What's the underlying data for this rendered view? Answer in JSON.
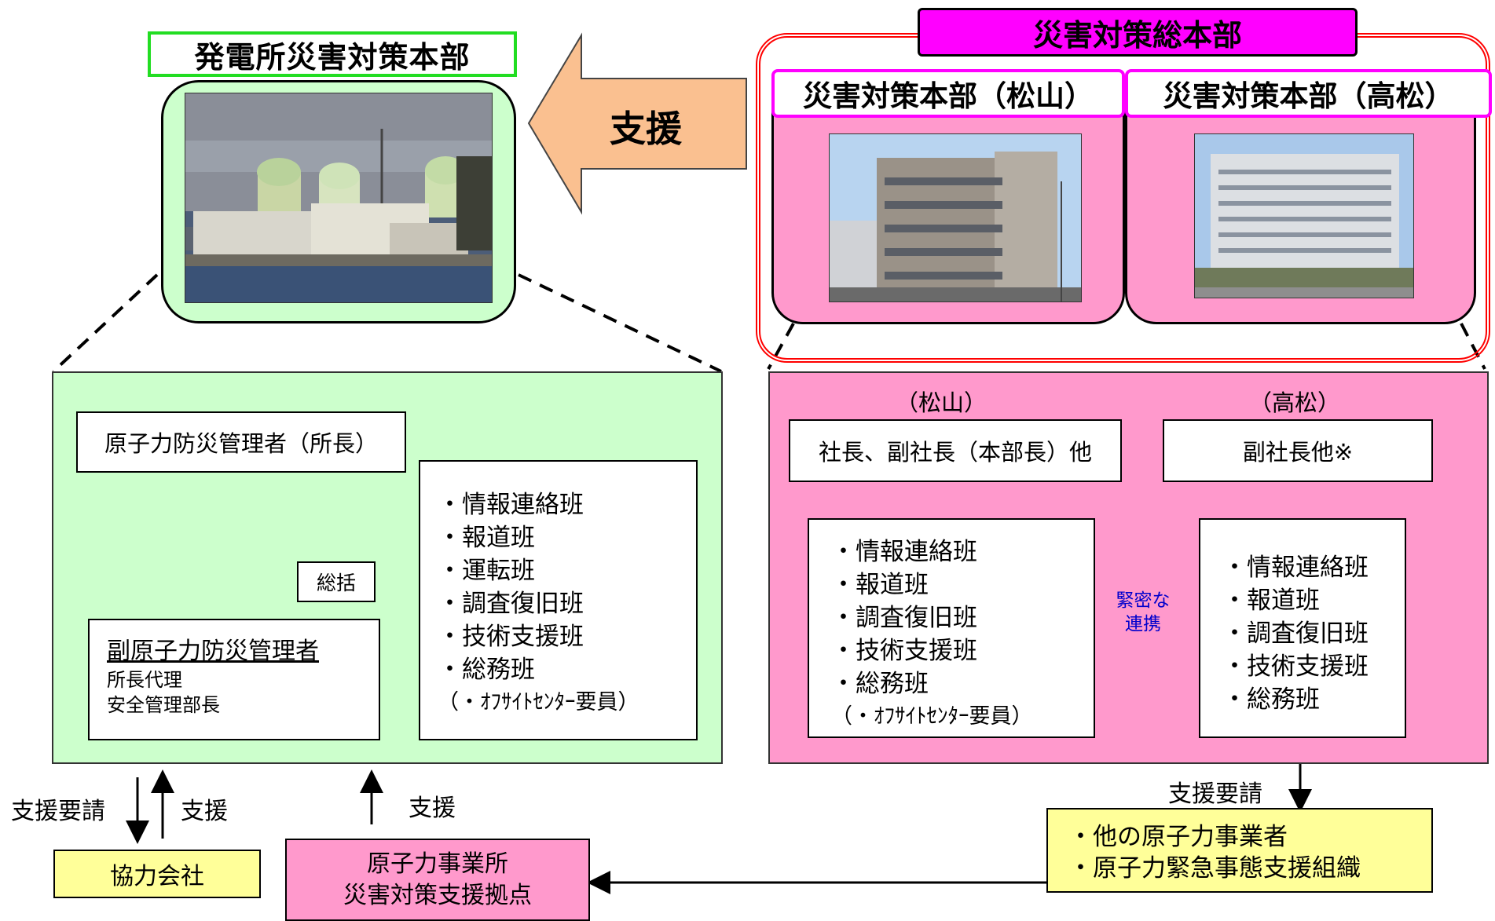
{
  "plant_hq": {
    "title": "発電所災害対策本部",
    "manager": "原子力防災管理者（所長）",
    "oversight": "総括",
    "deputy": {
      "title": "副原子力防災管理者",
      "lines": [
        "所長代理",
        "安全管理部長"
      ]
    },
    "teams": [
      "・情報連絡班",
      "・報道班",
      "・運転班",
      "・調査復旧班",
      "・技術支援班",
      "・総務班",
      "（・ｵﾌｻｲﾄｾﾝﾀｰ要員）"
    ]
  },
  "support_arrow_label": "支援",
  "general_hq": {
    "title": "災害対策総本部",
    "matsuyama_title": "災害対策本部（松山）",
    "takamatsu_title": "災害対策本部（高松）"
  },
  "matsuyama": {
    "label": "（松山）",
    "leaders": "社長、副社長（本部長）他",
    "teams": [
      "・情報連絡班",
      "・報道班",
      "・調査復旧班",
      "・技術支援班",
      "・総務班",
      "（・ｵﾌｻｲﾄｾﾝﾀｰ要員）"
    ]
  },
  "takamatsu": {
    "label": "（高松）",
    "leaders": "副社長他※",
    "teams": [
      "・情報連絡班",
      "・報道班",
      "・調査復旧班",
      "・技術支援班",
      "・総務班"
    ]
  },
  "coordination": {
    "line1": "緊密な",
    "line2": "連携"
  },
  "bottom": {
    "request_support": "支援要請",
    "support_left": "支援",
    "support_center": "支援",
    "partner_company": "協力会社",
    "base_line1": "原子力事業所",
    "base_line2": "災害対策支援拠点",
    "right_request": "支援要請",
    "other_orgs": [
      "・他の原子力事業者",
      "・原子力緊急事態支援組織"
    ]
  }
}
